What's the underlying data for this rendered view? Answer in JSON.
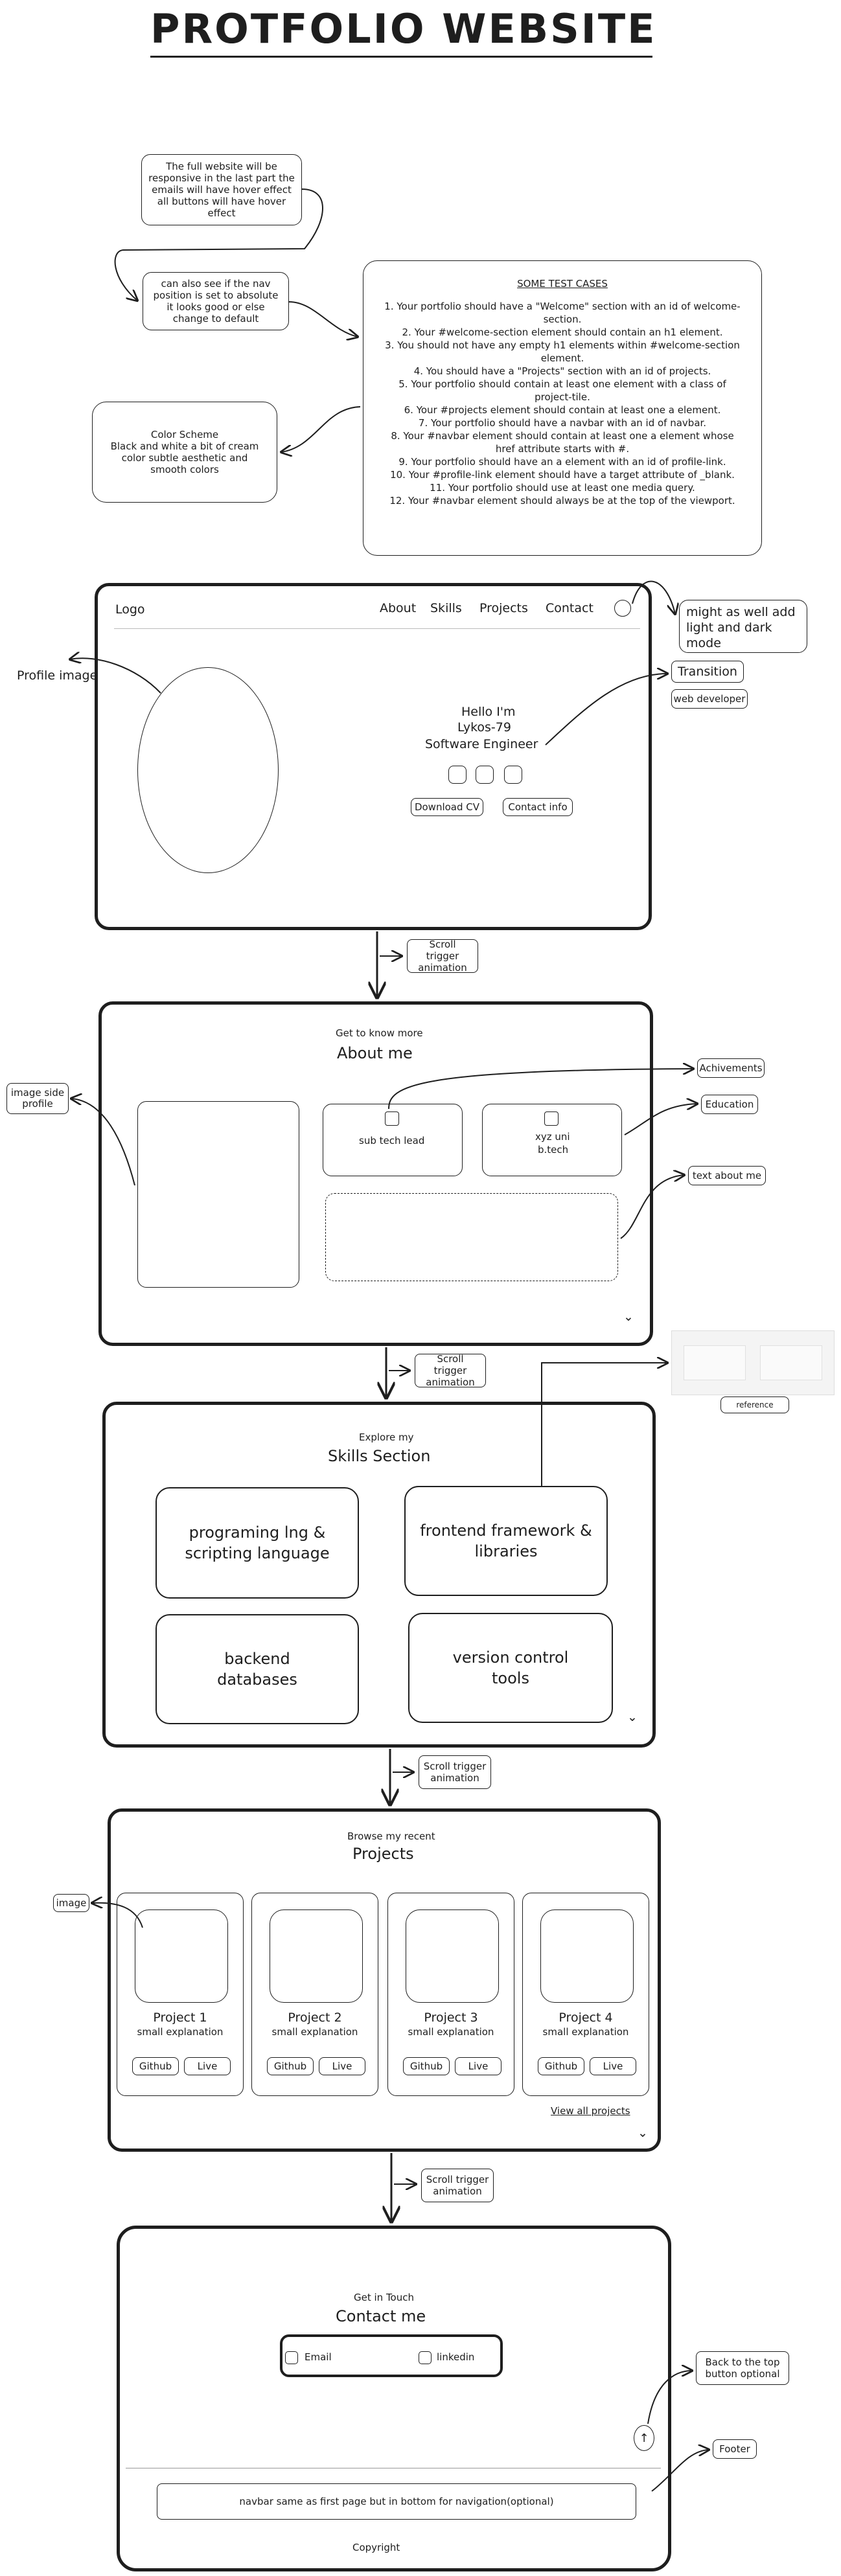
{
  "title": "PROTFOLIO WEBSITE",
  "notes": {
    "responsive": "The full website will be responsive in the last part the emails will have hover effect all buttons will have hover effect",
    "nav_position": "can also see if the nav position is set to absolute it looks good or else change to default",
    "color_scheme_title": "Color Scheme",
    "color_scheme_body": "Black and white a bit of cream color subtle aesthetic and smooth colors"
  },
  "test_cases": {
    "title": "SOME TEST CASES",
    "items": [
      "1. Your portfolio should have a \"Welcome\" section with an id of welcome-section.",
      "2. Your #welcome-section element should contain an h1 element.",
      "3. You should not have any empty h1 elements within #welcome-section element.",
      "4. You should have a \"Projects\" section with an id of projects.",
      "5. Your portfolio should contain at least one element with a class of project-tile.",
      "6. Your #projects element should contain at least one a element.",
      "7. Your portfolio should have a navbar with an id of navbar.",
      "8. Your #navbar element should contain at least one a element whose href attribute starts with #.",
      "9. Your portfolio should have an a element with an id of profile-link.",
      "10. Your #profile-link element should have a target attribute of _blank.",
      "11. Your portfolio should use at least one media query.",
      "12. Your #navbar element should always be at the top of the viewport."
    ]
  },
  "hero": {
    "logo": "Logo",
    "nav": [
      "About",
      "Skills",
      "Projects",
      "Contact"
    ],
    "greeting": "Hello I'm",
    "name": "Lykos-79",
    "role": "Software Engineer",
    "download_cv": "Download CV",
    "contact_info": "Contact info"
  },
  "hero_annotations": {
    "profile_image": "Profile image",
    "theme_toggle": "might as well add light and dark mode",
    "transition": "Transition",
    "web_developer": "web developer"
  },
  "scroll_trigger": "Scroll trigger animation",
  "about": {
    "subtitle": "Get to know more",
    "title": "About me",
    "card1": "sub tech lead",
    "card2_line1": "xyz uni",
    "card2_line2": "b.tech"
  },
  "about_annotations": {
    "image_side": "image side profile",
    "achievements": "Achivements",
    "education": "Education",
    "text_about": "text about me",
    "reference": "reference"
  },
  "skills": {
    "subtitle": "Explore my",
    "title": "Skills Section",
    "cards": [
      "programing lng & scripting language",
      "frontend framework & libraries",
      "backend databases",
      "version control tools"
    ]
  },
  "projects": {
    "subtitle": "Browse my recent",
    "title": "Projects",
    "items": [
      {
        "name": "Project  1",
        "desc": "small explanation",
        "github": "Github",
        "live": "Live"
      },
      {
        "name": "Project  2",
        "desc": "small explanation",
        "github": "Github",
        "live": "Live"
      },
      {
        "name": "Project  3",
        "desc": "small explanation",
        "github": "Github",
        "live": "Live"
      },
      {
        "name": "Project  4",
        "desc": "small explanation",
        "github": "Github",
        "live": "Live"
      }
    ],
    "view_all": "View all projects",
    "image_note": "image"
  },
  "contact": {
    "subtitle": "Get in Touch",
    "title": "Contact me",
    "email": "Email",
    "linkedin": "linkedin",
    "footer_nav": "navbar same as first page but in bottom for navigation(optional)",
    "copyright": "Copyright"
  },
  "contact_annotations": {
    "back_to_top": "Back to the top button optional",
    "footer": "Footer"
  }
}
